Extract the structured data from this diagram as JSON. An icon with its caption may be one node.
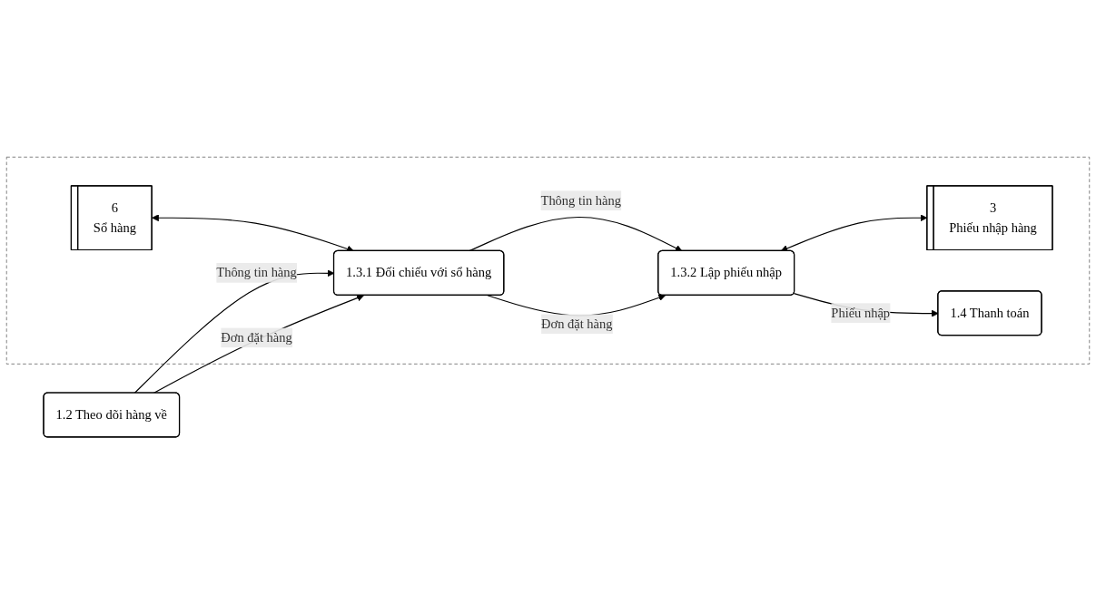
{
  "diagram": {
    "nodes": [
      {
        "text": [],
        "shape": "box"
      },
      {
        "text": [
          "6",
          "Sổ hàng"
        ],
        "in": 0
      },
      {
        "text": [
          "3",
          "Phiếu nhập hàng"
        ],
        "in": 0
      },
      {
        "text": [
          "1.2 Theo dõi hàng về"
        ]
      },
      {
        "text": [
          "1.3.1 Đối chiếu với sổ hàng"
        ],
        "in": 0
      },
      {
        "text": [
          "1.3.2 Lập phiếu nhập"
        ],
        "in": 0
      },
      {
        "text": [
          "1.4 Thanh toán"
        ],
        "in": 0
      }
    ],
    "edges": [
      {
        "from": 1,
        "to": 4,
        "arrow": "both"
      },
      {
        "from": 5,
        "to": 2,
        "arrow": "both"
      },
      {
        "from": 3,
        "to": 4,
        "arrow": "to",
        "label": "Thông tin hàng"
      },
      {
        "from": 3,
        "to": 4,
        "arrow": "to",
        "label": "Đơn đặt hàng"
      },
      {
        "from": 4,
        "to": 5,
        "arrow": "to",
        "label": "Thông tin hàng"
      },
      {
        "from": 4,
        "to": 5,
        "arrow": "to",
        "label": "Đơn đặt hàng"
      },
      {
        "from": 5,
        "to": 6,
        "arrow": "to",
        "label": "Phiếu nhập"
      }
    ]
  }
}
